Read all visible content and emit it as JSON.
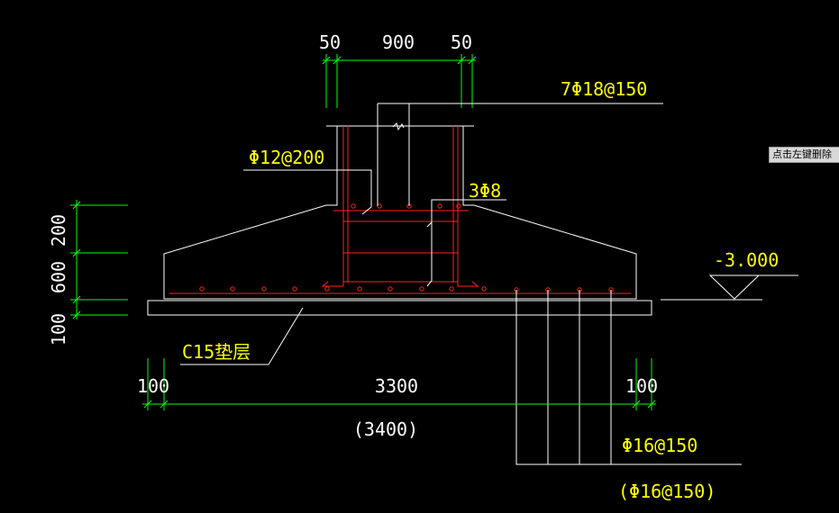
{
  "colors": {
    "background": "#000000",
    "outline": "#ffffff",
    "rebar": "#ff2020",
    "dimension": "#00ff00",
    "dim_text": "#ffffff",
    "annotation_text": "#ffff00"
  },
  "dimensions": {
    "top_left": "50",
    "top_mid": "900",
    "top_right": "50",
    "left_upper": "200",
    "left_mid": "600",
    "left_lower": "100",
    "bottom_left": "100",
    "bottom_mid": "3300",
    "bottom_right": "100",
    "bottom_total": "(3400)"
  },
  "annotations": {
    "column_main_bars": "7Φ18@150",
    "stirrups": "Φ12@200",
    "ties": "3Φ8",
    "elevation": "-3.000",
    "cushion": "C15垫层",
    "base_bars": "Φ16@150",
    "base_bars_alt": "(Φ16@150)"
  },
  "tooltip": {
    "text": "点击左键删除"
  }
}
